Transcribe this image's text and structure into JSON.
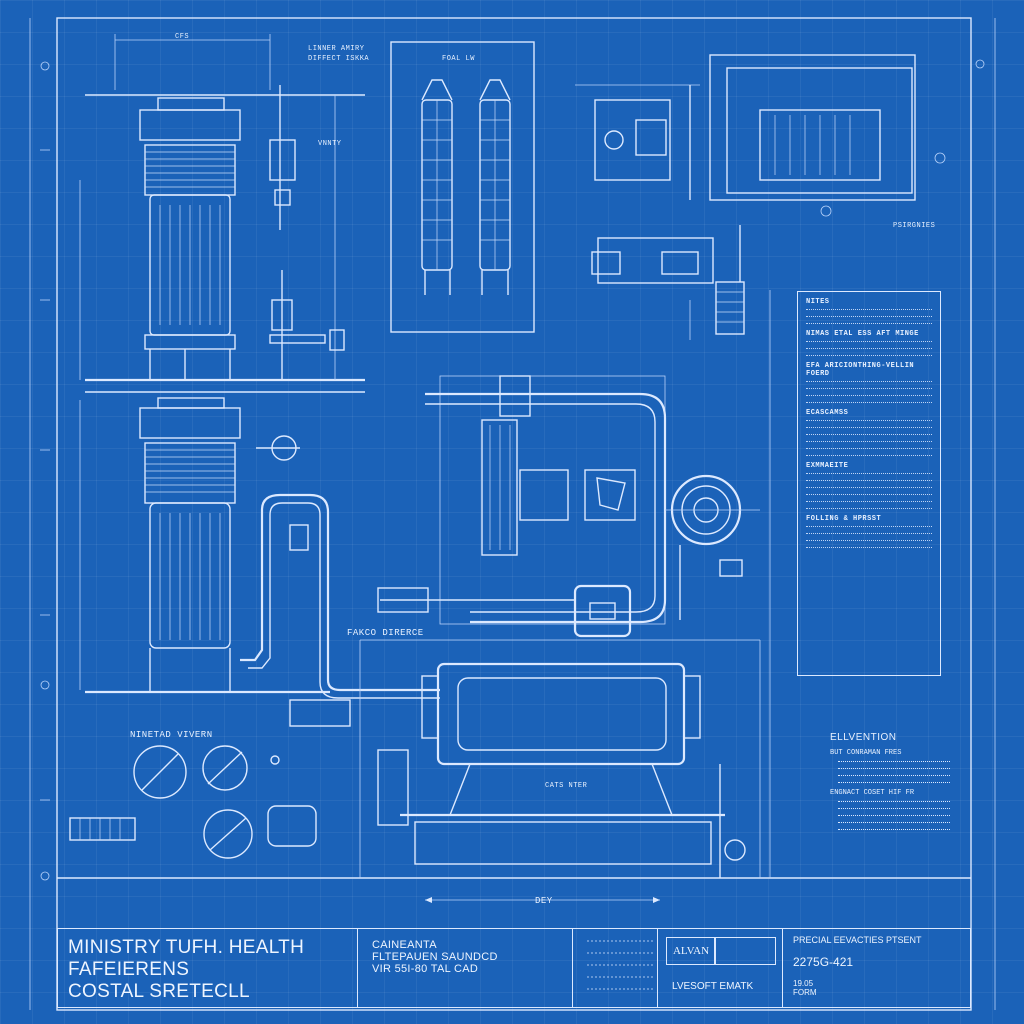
{
  "labels": {
    "top_scale": "CFS",
    "top_note": "LINNER AMIRY",
    "top_note2": "DIFFECT ISKKA",
    "panel_title": "FOAL LW",
    "left_callout": "VNNTY",
    "mid_callout": "FAKCO DIRERCE",
    "valves_title": "NINETAD VIVERN",
    "bottom_scale": "DEY",
    "base_callout": "CATS NTER",
    "right_callout": "PSIRGNIES"
  },
  "notes": {
    "title": "NITES",
    "sections": [
      {
        "heading": "NIMAS ETAL ESS AFT MINGE",
        "lines": 3
      },
      {
        "heading": "EFA ARICIONTHING-VELLIN FOERD",
        "lines": 4
      },
      {
        "heading": "ECASCAMSS",
        "lines": 6
      },
      {
        "heading": "EXMMAEITE",
        "lines": 6
      },
      {
        "heading": "FOLLING & HPRSST",
        "lines": 4
      }
    ]
  },
  "elevation": {
    "title": "ELLVENTION",
    "groups": [
      {
        "heading": "BUT CONRAMAN FRES",
        "lines": 4
      },
      {
        "heading": "ENGNACT COSET HIF FR",
        "lines": 5
      }
    ]
  },
  "title_block": {
    "org_line1": "MINISTRY TUFH. HEALTH",
    "org_line2": "FAFEIERENS",
    "org_line3": "COSTAL SRETECLL",
    "project_line1": "CAINEANTA",
    "project_line2": "FLTEPAUEN SAUNDCD",
    "project_line3": "VIR 55I-80 TAL CAD",
    "logo_text": "ALVAN",
    "sheet_label": "LVESOFT EMATK",
    "right_title": "PRECIAL EEVACTIES PTSENT",
    "drawing_number": "2275G-421",
    "rev": "19.05",
    "form": "FORM"
  }
}
